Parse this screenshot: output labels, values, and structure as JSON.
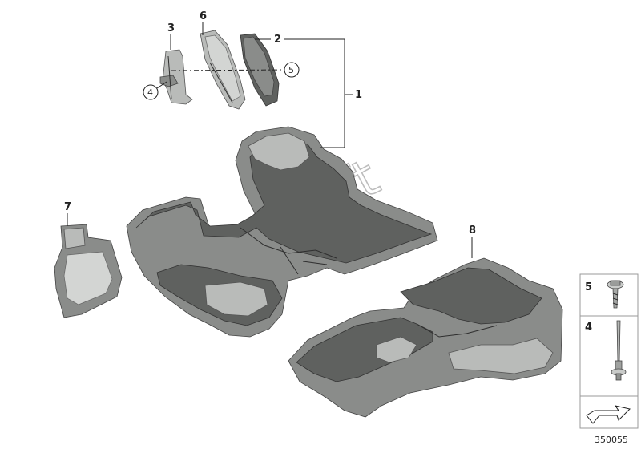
{
  "callouts": {
    "c1": "1",
    "c2": "2",
    "c3": "3",
    "c4": "4",
    "c5": "5",
    "c6": "6",
    "c7": "7",
    "c8": "8"
  },
  "legend": {
    "item_top": "5",
    "item_bottom": "4"
  },
  "diagram_code": "350055",
  "watermark": "AutoSoft"
}
